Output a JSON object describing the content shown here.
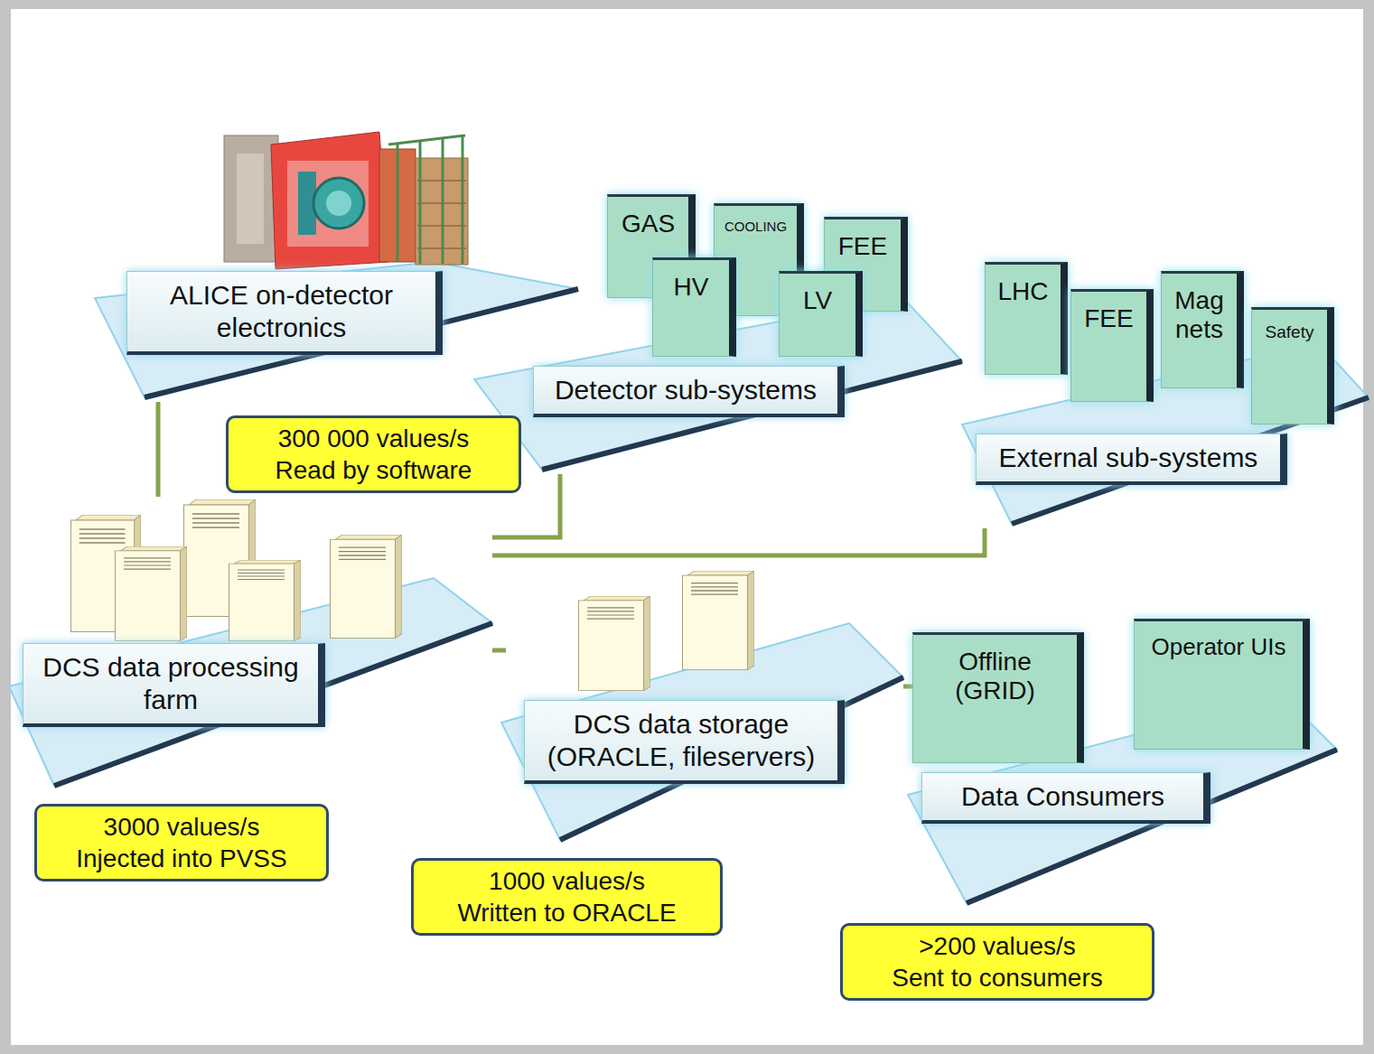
{
  "diagram": {
    "nodes": [
      {
        "text": [
          "ALICE on-detector electronics"
        ]
      },
      {
        "text": [
          "Detector sub-systems"
        ]
      },
      {
        "text": [
          "GAS"
        ],
        "in": 1
      },
      {
        "text": [
          "COOLING"
        ],
        "in": 1
      },
      {
        "text": [
          "FEE"
        ],
        "in": 1
      },
      {
        "text": [
          "HV"
        ],
        "in": 1
      },
      {
        "text": [
          "LV"
        ],
        "in": 1
      },
      {
        "text": [
          "External sub-systems"
        ]
      },
      {
        "text": [
          "LHC"
        ],
        "in": 7
      },
      {
        "text": [
          "FEE"
        ],
        "in": 7
      },
      {
        "text": [
          "Mag nets"
        ],
        "in": 7
      },
      {
        "text": [
          "Safety"
        ],
        "in": 7
      },
      {
        "text": [
          "DCS data processing farm"
        ]
      },
      {
        "text": [
          "DCS data storage (ORACLE, fileservers)"
        ]
      },
      {
        "text": [
          "Data Consumers"
        ]
      },
      {
        "text": [
          "Offline (GRID)"
        ],
        "in": 14
      },
      {
        "text": [
          "Operator UIs"
        ],
        "in": 14
      },
      {
        "text": [
          "300 000 values/s",
          "Read by software"
        ]
      },
      {
        "text": [
          "3000 values/s",
          "Injected into PVSS"
        ]
      },
      {
        "text": [
          "1000 values/s",
          "Written to ORACLE"
        ]
      },
      {
        "text": [
          ">200 values/s",
          "Sent to consumers"
        ]
      }
    ],
    "edges": [
      {
        "from": 0,
        "to": 12,
        "arrow": "none"
      },
      {
        "from": 1,
        "to": 12,
        "arrow": "none"
      },
      {
        "from": 7,
        "to": 12,
        "arrow": "none"
      },
      {
        "from": 12,
        "to": 13,
        "arrow": "none"
      },
      {
        "from": 13,
        "to": 14,
        "arrow": "none"
      }
    ]
  }
}
